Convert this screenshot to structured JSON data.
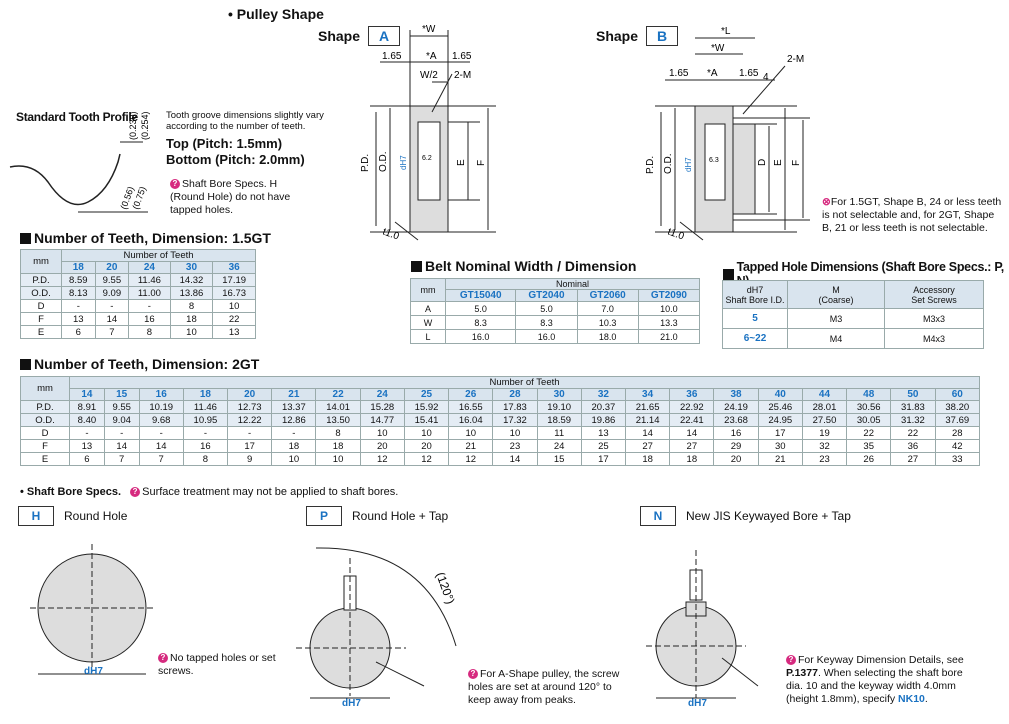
{
  "pulley_shape_title": "• Pulley Shape",
  "shape_a": {
    "word": "Shape",
    "letter": "A",
    "w": "*W",
    "a": "*A",
    "d165l": "1.65",
    "d165r": "1.65",
    "w2": "W/2",
    "m": "2-M",
    "pd": "P.D.",
    "od": "O.D.",
    "dh7": "dH7",
    "d62": "6.2",
    "e": "E",
    "f": "F",
    "t": "t1.0"
  },
  "shape_b": {
    "word": "Shape",
    "letter": "B",
    "l": "*L",
    "w": "*W",
    "a": "*A",
    "d165l": "1.65",
    "d165r": "1.65",
    "d4": "4",
    "m": "2-M",
    "pd": "P.D.",
    "od": "O.D.",
    "dh7": "dH7",
    "d63": "6.3",
    "d": "D",
    "e": "E",
    "f": "F",
    "t": "t1.0"
  },
  "tooth_profile": {
    "title": "Standard Tooth Profile",
    "desc": "Tooth groove dimensions slightly vary according to the number of teeth.",
    "top": "Top (Pitch: 1.5mm)",
    "bottom": "Bottom (Pitch: 2.0mm)",
    "d1": "(0.230)",
    "d2": "(0.254)",
    "d3": "(0.56)",
    "d4": "(0.75)"
  },
  "shaft_note": "Shaft Bore Specs. H (Round Hole) do not have tapped holes.",
  "shape_b_note": "For 1.5GT, Shape B, 24 or less teeth is not selectable and, for 2GT, Shape B, 21 or less teeth is not selectable.",
  "t15": {
    "title": "Number of Teeth, Dimension: 1.5GT",
    "mm": "mm",
    "group": "Number of Teeth",
    "cols": [
      "18",
      "20",
      "24",
      "30",
      "36"
    ],
    "rows": [
      {
        "label": "P.D.",
        "cells": [
          "8.59",
          "9.55",
          "11.46",
          "14.32",
          "17.19"
        ]
      },
      {
        "label": "O.D.",
        "cells": [
          "8.13",
          "9.09",
          "11.00",
          "13.86",
          "16.73"
        ]
      },
      {
        "label": "D",
        "cells": [
          "-",
          "-",
          "-",
          "8",
          "10"
        ]
      },
      {
        "label": "F",
        "cells": [
          "13",
          "14",
          "16",
          "18",
          "22"
        ]
      },
      {
        "label": "E",
        "cells": [
          "6",
          "7",
          "8",
          "10",
          "13"
        ]
      }
    ]
  },
  "belt": {
    "title": "Belt Nominal Width / Dimension",
    "mm": "mm",
    "group": "Nominal",
    "cols": [
      "GT15040",
      "GT2040",
      "GT2060",
      "GT2090"
    ],
    "rows": [
      {
        "label": "A",
        "cells": [
          "5.0",
          "5.0",
          "7.0",
          "10.0"
        ]
      },
      {
        "label": "W",
        "cells": [
          "8.3",
          "8.3",
          "10.3",
          "13.3"
        ]
      },
      {
        "label": "L",
        "cells": [
          "16.0",
          "16.0",
          "18.0",
          "21.0"
        ]
      }
    ]
  },
  "tapped": {
    "title": "Tapped Hole Dimensions (Shaft Bore Specs.: P, N)",
    "h1a": "dH7",
    "h1b": "Shaft Bore I.D.",
    "h2a": "M",
    "h2b": "(Coarse)",
    "h3a": "Accessory",
    "h3b": "Set Screws",
    "rows": [
      {
        "bore": "5",
        "m": "M3",
        "screw": "M3x3"
      },
      {
        "bore": "6~22",
        "m": "M4",
        "screw": "M4x3"
      }
    ]
  },
  "t2": {
    "title": "Number of Teeth, Dimension: 2GT",
    "mm": "mm",
    "group": "Number of Teeth",
    "cols": [
      "14",
      "15",
      "16",
      "18",
      "20",
      "21",
      "22",
      "24",
      "25",
      "26",
      "28",
      "30",
      "32",
      "34",
      "36",
      "38",
      "40",
      "44",
      "48",
      "50",
      "60"
    ],
    "rows": [
      {
        "label": "P.D.",
        "cells": [
          "8.91",
          "9.55",
          "10.19",
          "11.46",
          "12.73",
          "13.37",
          "14.01",
          "15.28",
          "15.92",
          "16.55",
          "17.83",
          "19.10",
          "20.37",
          "21.65",
          "22.92",
          "24.19",
          "25.46",
          "28.01",
          "30.56",
          "31.83",
          "38.20"
        ]
      },
      {
        "label": "O.D.",
        "cells": [
          "8.40",
          "9.04",
          "9.68",
          "10.95",
          "12.22",
          "12.86",
          "13.50",
          "14.77",
          "15.41",
          "16.04",
          "17.32",
          "18.59",
          "19.86",
          "21.14",
          "22.41",
          "23.68",
          "24.95",
          "27.50",
          "30.05",
          "31.32",
          "37.69"
        ]
      },
      {
        "label": "D",
        "cells": [
          "-",
          "-",
          "-",
          "-",
          "-",
          "-",
          "8",
          "10",
          "10",
          "10",
          "10",
          "11",
          "13",
          "14",
          "14",
          "16",
          "17",
          "19",
          "22",
          "22",
          "28"
        ]
      },
      {
        "label": "F",
        "cells": [
          "13",
          "14",
          "14",
          "16",
          "17",
          "18",
          "18",
          "20",
          "20",
          "21",
          "23",
          "24",
          "25",
          "27",
          "27",
          "29",
          "30",
          "32",
          "35",
          "36",
          "42"
        ]
      },
      {
        "label": "E",
        "cells": [
          "6",
          "7",
          "7",
          "8",
          "9",
          "10",
          "10",
          "12",
          "12",
          "12",
          "14",
          "15",
          "17",
          "18",
          "18",
          "20",
          "21",
          "23",
          "26",
          "27",
          "33"
        ]
      }
    ]
  },
  "shaft_bore": {
    "title": "• Shaft Bore Specs.",
    "note": "Surface treatment may not be applied to shaft bores."
  },
  "bore_h": {
    "letter": "H",
    "label": "Round Hole",
    "dim": "dH7",
    "note": "No tapped holes or set screws."
  },
  "bore_p": {
    "letter": "P",
    "label": "Round Hole + Tap",
    "dim": "dH7",
    "angle": "(120°)",
    "note": "For A-Shape pulley, the screw holes are set at around 120° to keep away from peaks."
  },
  "bore_n": {
    "letter": "N",
    "label": "New JIS Keywayed Bore + Tap",
    "dim": "dH7",
    "note1": "For Keyway Dimension Details, see",
    "page": "P.1377",
    "note2": ". When selecting the shaft bore dia. 10 and the keyway width 4.0mm (height 1.8mm), specify",
    "code": "NK10",
    "note3": "."
  },
  "colors": {
    "accent": "#1a72c2",
    "header_bg": "#d9e4ee",
    "row_alt": "#e4ecf4",
    "pin": "#d62a7f"
  }
}
